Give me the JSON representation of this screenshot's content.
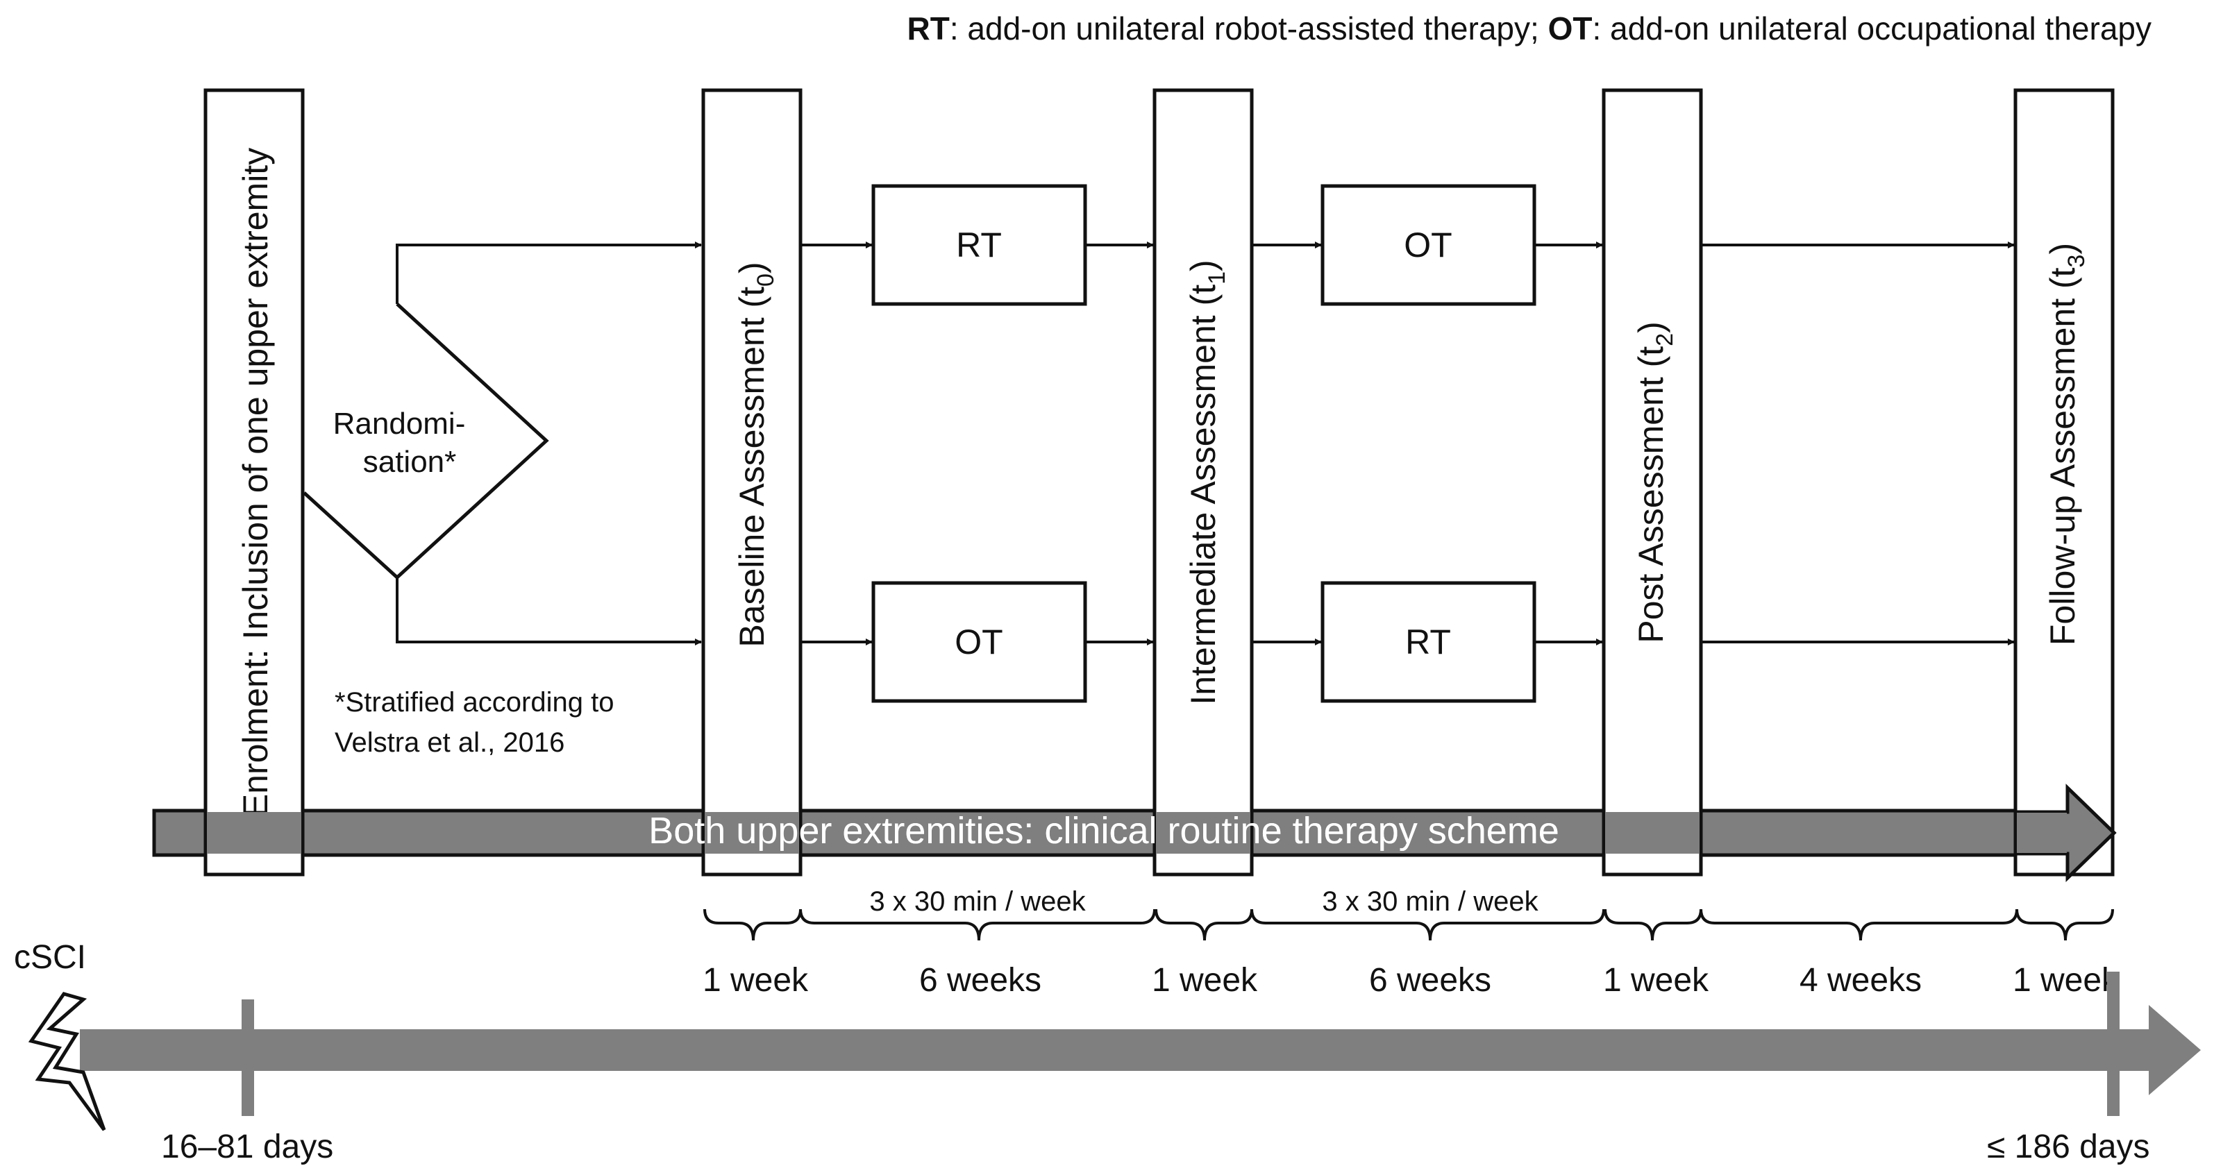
{
  "legend": {
    "rt_abbr": "RT",
    "rt_text": ": add-on unilateral robot-assisted therapy; ",
    "ot_abbr": "OT",
    "ot_text": ": add-on unilateral occupational therapy"
  },
  "enrolment_label": "Enrolment: Inclusion of one upper extremity",
  "randomisation": {
    "line1": "Randomi-",
    "line2": "sation*"
  },
  "stratification_note": {
    "line1": "*Stratified according to",
    "line2": "Velstra et al., 2016"
  },
  "assessments": {
    "baseline": {
      "label": "Baseline Assessment (t",
      "sub": "0",
      "close": ")"
    },
    "intermediate": {
      "label": "Intermediate Assessment (t",
      "sub": "1",
      "close": ")"
    },
    "post": {
      "label": "Post Assessment (t",
      "sub": "2",
      "close": ")"
    },
    "followup": {
      "label": "Follow-up Assessment (t",
      "sub": "3",
      "close": ")"
    }
  },
  "therapy_boxes": {
    "phase1_top": "RT",
    "phase1_bottom": "OT",
    "phase2_top": "OT",
    "phase2_bottom": "RT"
  },
  "routine_banner": "Both upper extremities: clinical routine therapy scheme",
  "frequency": {
    "phase1": "3 x 30 min / week",
    "phase2": "3 x 30 min / week"
  },
  "durations": [
    "1 week",
    "6 weeks",
    "1 week",
    "6 weeks",
    "1 week",
    "4 weeks",
    "1 week"
  ],
  "timeline": {
    "event": "cSCI",
    "start": "16–81 days",
    "end": "≤ 186 days"
  },
  "colors": {
    "arrow_fill": "#7f7f7f",
    "stroke": "#111111"
  }
}
